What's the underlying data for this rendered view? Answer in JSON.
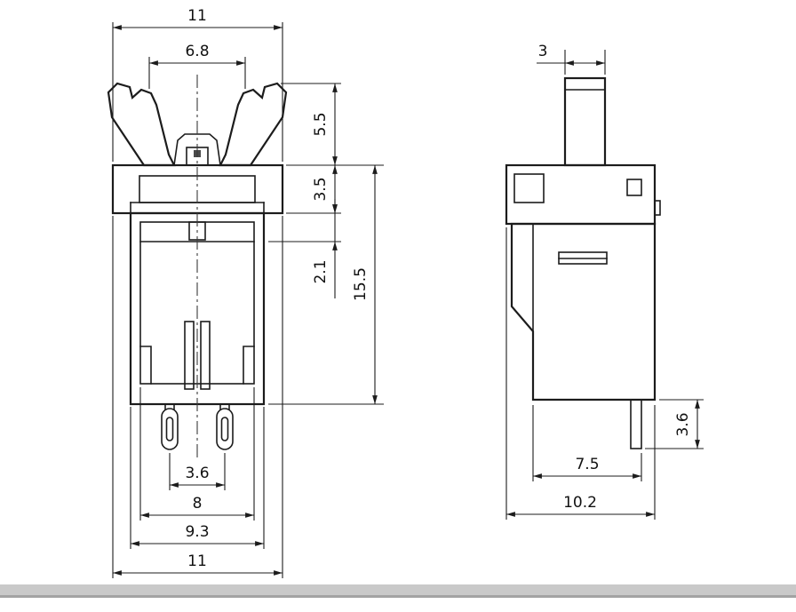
{
  "colors": {
    "line": "#1c1c1c",
    "background": "#ffffff",
    "footer_bar": "#c9c9c9",
    "footer_bar_edge": "#a3a3a3"
  },
  "front_view": {
    "dimensions": {
      "top_width": "11",
      "clip_inner_width": "6.8",
      "clip_height": "5.5",
      "bezel_height": "3.5",
      "step_height": "2.1",
      "body_height": "15.5",
      "terminal_pitch": "3.6",
      "inner_width": "8",
      "body_width": "9.3",
      "overall_width": "11"
    }
  },
  "side_view": {
    "dimensions": {
      "button_width": "3",
      "terminal_length": "3.6",
      "lower_depth": "7.5",
      "overall_depth": "10.2"
    }
  }
}
